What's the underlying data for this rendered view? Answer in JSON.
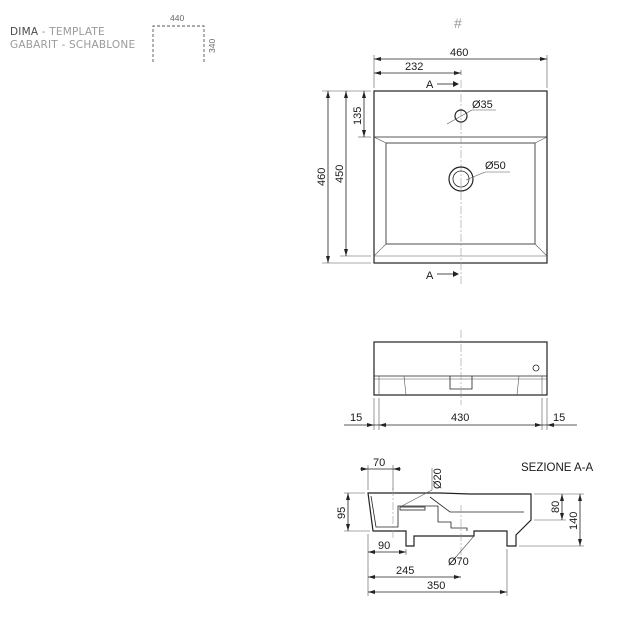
{
  "header": {
    "line1_strong": "DIMA",
    "line1_muted": " - TEMPLATE",
    "line2": "GABARIT - SCHABLONE"
  },
  "template_box": {
    "width_label": "440",
    "height_label": "340"
  },
  "hash_mark": "#",
  "top_view": {
    "overall_width": "460",
    "tap_offset": "232",
    "section_label_top": "A",
    "section_label_bottom": "A",
    "tap_hole": "Ø35",
    "waste_hole": "Ø50",
    "overall_depth": "460",
    "inner_depth": "450",
    "deck_depth": "135"
  },
  "front_view": {
    "left_margin": "15",
    "inner_width": "430",
    "right_margin": "15"
  },
  "section_view": {
    "title": "SEZIONE A-A",
    "tap_setback": "70",
    "tap_hole": "Ø20",
    "front_height": "95",
    "bowl_depth": "80",
    "total_height": "140",
    "waste_offset": "90",
    "waste_hole": "Ø70",
    "waste_distance": "245",
    "total_depth": "350"
  }
}
